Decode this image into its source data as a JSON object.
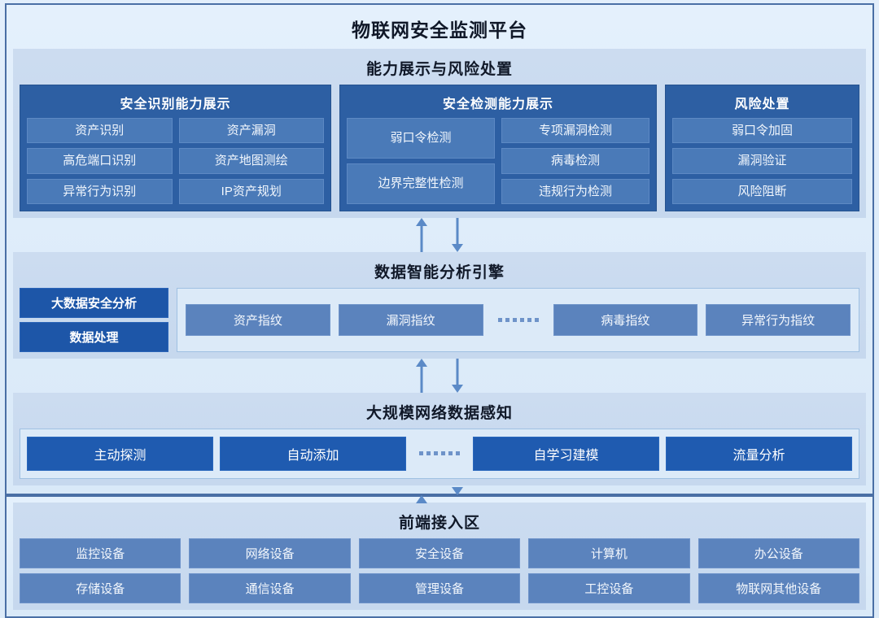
{
  "platform": {
    "title": "物联网安全监测平台"
  },
  "capability_section": {
    "title": "能力展示与风险处置",
    "panels": [
      {
        "title": "安全识别能力展示",
        "left_items": [
          "资产识别",
          "高危端口识别",
          "异常行为识别"
        ],
        "right_items": [
          "资产漏洞",
          "资产地图测绘",
          "IP资产规划"
        ]
      },
      {
        "title": "安全检测能力展示",
        "left_items": [
          "弱口令检测",
          "边界完整性检测"
        ],
        "right_items": [
          "专项漏洞检测",
          "病毒检测",
          "违规行为检测"
        ]
      },
      {
        "title": "风险处置",
        "items": [
          "弱口令加固",
          "漏洞验证",
          "风险阻断"
        ]
      }
    ]
  },
  "engine_section": {
    "title": "数据智能分析引擎",
    "tags": [
      "大数据安全分析",
      "数据处理"
    ],
    "items_left": [
      "资产指纹",
      "漏洞指纹"
    ],
    "ellipsis": "......",
    "items_right": [
      "病毒指纹",
      "异常行为指纹"
    ]
  },
  "perception_section": {
    "title": "大规模网络数据感知",
    "items_left": [
      "主动探测",
      "自动添加"
    ],
    "ellipsis": "......",
    "items_right": [
      "自学习建模",
      "流量分析"
    ]
  },
  "access_section": {
    "title": "前端接入区",
    "items": [
      "监控设备",
      "网络设备",
      "安全设备",
      "计算机",
      "办公设备",
      "存储设备",
      "通信设备",
      "管理设备",
      "工控设备",
      "物联网其他设备"
    ]
  },
  "colors": {
    "page_bg": "#dceaf8",
    "panel_border": "#4a6fa5",
    "section_bg": "#c6d8ee",
    "cap_panel_bg": "#2d5fa3",
    "chip_light": "#4a7ab8",
    "chip_mid": "#5b83bd",
    "chip_dark": "#1f5bb0",
    "tag_dark": "#1d56a8",
    "arrow": "#5b8ac7",
    "title_text": "#101828"
  }
}
